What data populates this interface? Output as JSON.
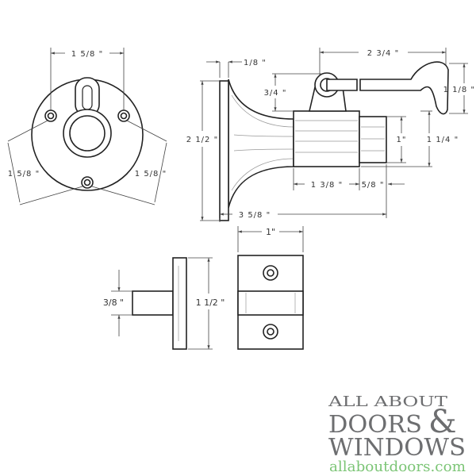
{
  "dimensions": {
    "rosette_width": "1 5/8 \"",
    "rosette_left_diag": "1 5/8 \"",
    "rosette_right_diag": "1 5/8 \"",
    "plate_thickness": "1/8 \"",
    "hook_length": "2 3/4 \"",
    "hook_offset": "3/4 \"",
    "hook_height": "1 1/8 \"",
    "plate_height": "2 1/2 \"",
    "bumper_dia": "1\"",
    "body_dia": "1 1/4 \"",
    "body_length": "1 3/8 \"",
    "bumper_length": "5/8 \"",
    "overall_length": "3 5/8 \"",
    "keeper_width": "1\"",
    "keeper_pin": "3/8 \"",
    "keeper_height": "1 1/2 \""
  },
  "logo": {
    "line1": "ALL ABOUT",
    "line2": "DOORS",
    "ampersand": "&",
    "line3": "WINDOWS",
    "url": "allaboutdoors.com",
    "gray": "#6d6e70",
    "green": "#7cc576"
  }
}
